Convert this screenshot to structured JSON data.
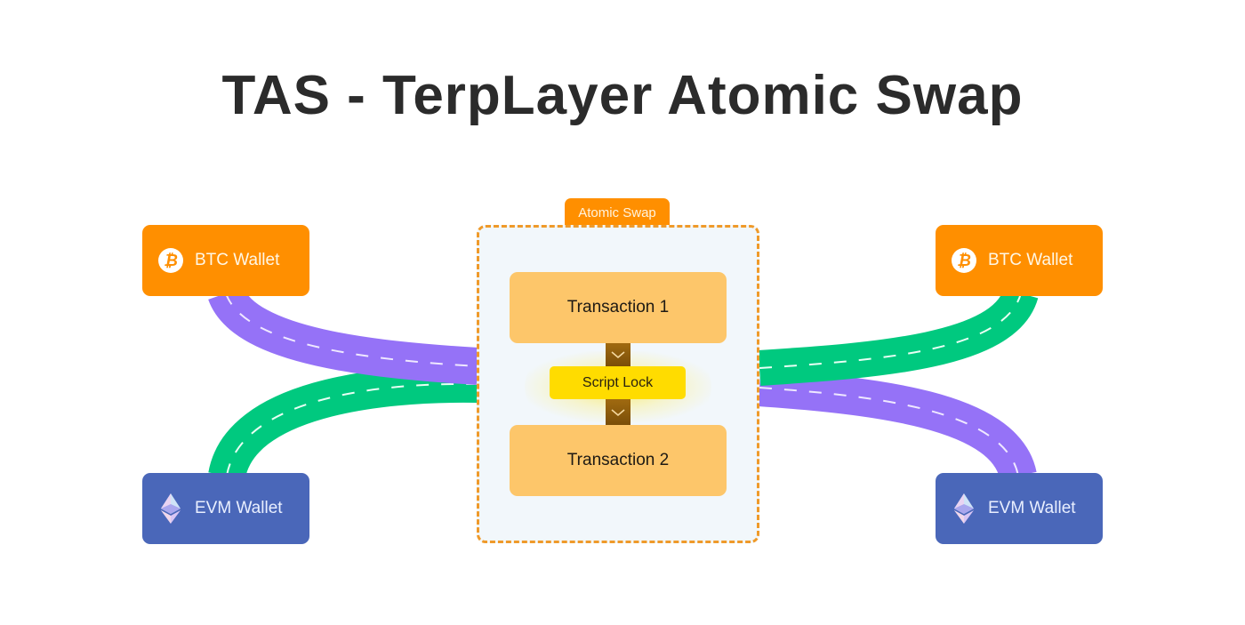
{
  "title": "TAS - TerpLayer Atomic Swap",
  "colors": {
    "btc_wallet": "#ff8f00",
    "evm_wallet": "#4a67b9",
    "road_purple": "#9572f7",
    "road_green": "#00c97f",
    "swap_border": "#ef9a2a",
    "transaction": "#fdc66a",
    "script_lock": "#ffdc00"
  },
  "left": {
    "btc_wallet": {
      "label": "BTC Wallet",
      "icon": "bitcoin-icon"
    },
    "evm_wallet": {
      "label": "EVM Wallet",
      "icon": "ethereum-icon"
    }
  },
  "right": {
    "btc_wallet": {
      "label": "BTC Wallet",
      "icon": "bitcoin-icon"
    },
    "evm_wallet": {
      "label": "EVM Wallet",
      "icon": "ethereum-icon"
    }
  },
  "atomic_swap": {
    "label": "Atomic Swap",
    "transaction_1": "Transaction 1",
    "script_lock": "Script Lock",
    "transaction_2": "Transaction 2",
    "btc_symbol": "₿"
  }
}
